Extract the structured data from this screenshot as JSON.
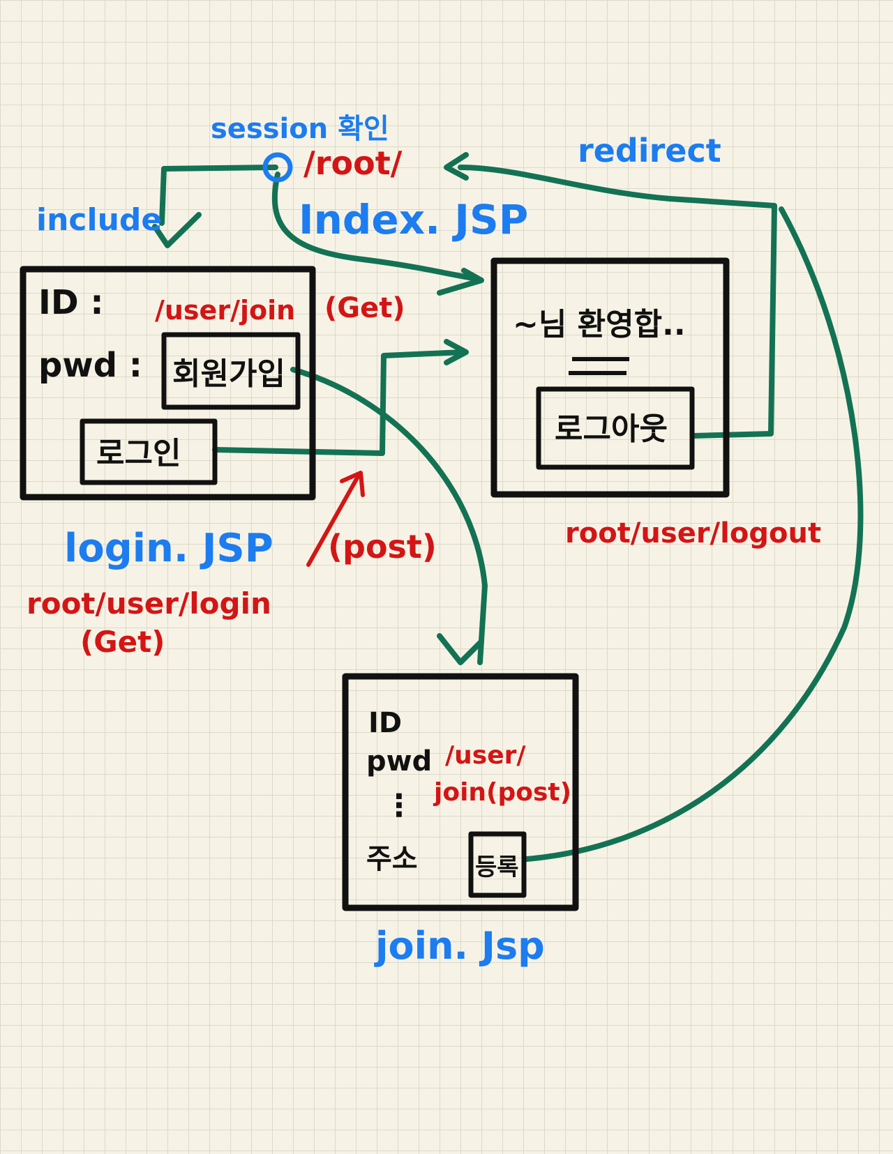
{
  "annotations": {
    "session_check": "session 확인",
    "root": "/root/",
    "redirect": "redirect",
    "include": "include",
    "index_page": "Index. JSP",
    "login_page": "login. JSP",
    "login_url": "root/user/login",
    "login_method": "(Get)",
    "join_get_url": "/user/join",
    "join_get_method": "(Get)",
    "post_method": "(post)",
    "logout_url": "root/user/logout",
    "join_page": "join. Jsp",
    "join_post_url_1": "/user/",
    "join_post_url_2": "join(post)"
  },
  "login_box": {
    "id_label": "ID :",
    "pwd_label": "pwd :",
    "signup_button": "회원가입",
    "login_button": "로그인"
  },
  "index_box": {
    "welcome_text": "~님 환영합..",
    "logout_button": "로그아웃"
  },
  "join_box": {
    "id_label": "ID",
    "pwd_label": "pwd",
    "dots": "⋮",
    "address_label": "주소",
    "register_button": "등록"
  },
  "colors": {
    "flow_arrows": "#137254",
    "blue_labels": "#1c7cf0",
    "red_labels": "#d41515",
    "boxes": "#111111",
    "background": "#f6f3e6"
  }
}
